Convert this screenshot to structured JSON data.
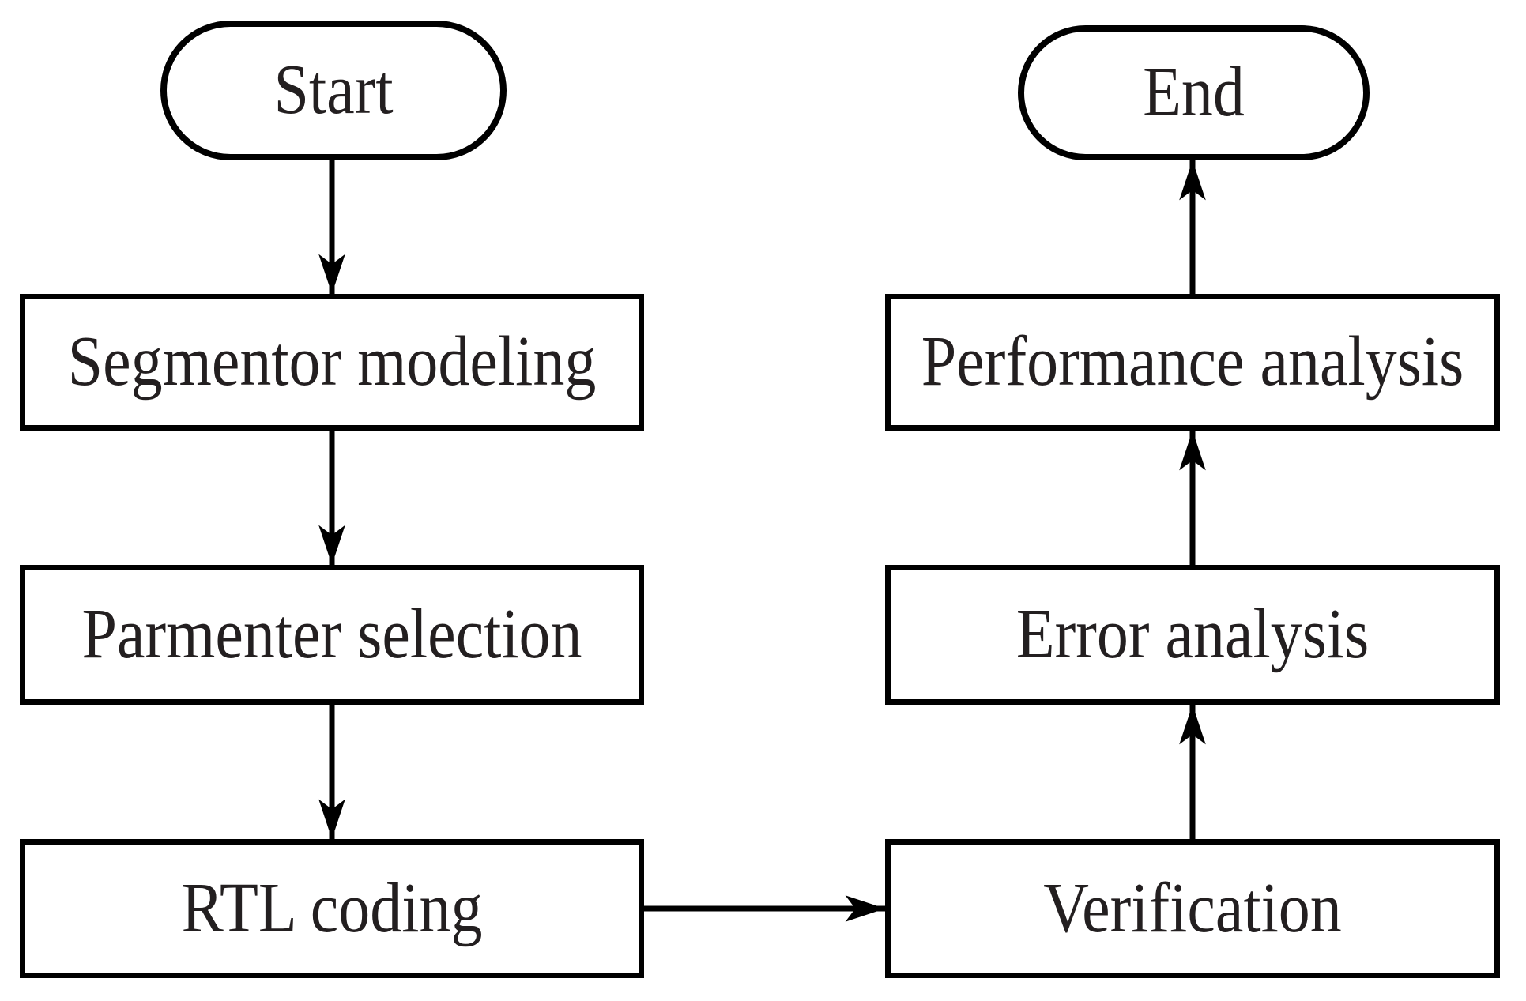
{
  "diagram": {
    "type": "flowchart",
    "nodes": {
      "start": {
        "label": "Start",
        "shape": "terminator"
      },
      "segmentor_modeling": {
        "label": "Segmentor modeling",
        "shape": "process"
      },
      "parmenter_selection": {
        "label": "Parmenter selection",
        "shape": "process"
      },
      "rtl_coding": {
        "label": "RTL coding",
        "shape": "process"
      },
      "verification": {
        "label": "Verification",
        "shape": "process"
      },
      "error_analysis": {
        "label": "Error analysis",
        "shape": "process"
      },
      "performance_analysis": {
        "label": "Performance analysis",
        "shape": "process"
      },
      "end": {
        "label": "End",
        "shape": "terminator"
      }
    },
    "edges": [
      {
        "from": "start",
        "to": "segmentor_modeling",
        "direction": "down"
      },
      {
        "from": "segmentor_modeling",
        "to": "parmenter_selection",
        "direction": "down"
      },
      {
        "from": "parmenter_selection",
        "to": "rtl_coding",
        "direction": "down"
      },
      {
        "from": "rtl_coding",
        "to": "verification",
        "direction": "right"
      },
      {
        "from": "verification",
        "to": "error_analysis",
        "direction": "up"
      },
      {
        "from": "error_analysis",
        "to": "performance_analysis",
        "direction": "up"
      },
      {
        "from": "performance_analysis",
        "to": "end",
        "direction": "up"
      }
    ],
    "colors": {
      "stroke": "#000000",
      "text": "#231f20",
      "background": "#ffffff"
    }
  }
}
